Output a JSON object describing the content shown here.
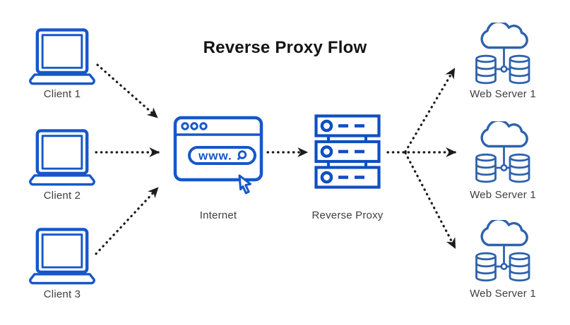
{
  "title": "Reverse Proxy Flow",
  "colors": {
    "client_blue": "#1757c9",
    "internet_blue": "#1757c9",
    "proxy_blue": "#0f4fc0",
    "server_blue": "#2e62ab",
    "arrow_black": "#1c1c1c",
    "label_gray": "#3e3e3e",
    "title_black": "#141414"
  },
  "nodes": {
    "clients": [
      {
        "label": "Client 1"
      },
      {
        "label": "Client 2"
      },
      {
        "label": "Client 3"
      }
    ],
    "internet": {
      "label": "Internet",
      "address_text": "www."
    },
    "proxy": {
      "label": "Reverse Proxy"
    },
    "servers": [
      {
        "label": "Web Server 1"
      },
      {
        "label": "Web Server 1"
      },
      {
        "label": "Web Server 1"
      }
    ]
  },
  "flows": [
    "Client 1 -> Internet",
    "Client 2 -> Internet",
    "Client 3 -> Internet",
    "Internet -> Reverse Proxy",
    "Reverse Proxy -> Web Server (top)",
    "Reverse Proxy -> Web Server (middle)",
    "Reverse Proxy -> Web Server (bottom)"
  ]
}
